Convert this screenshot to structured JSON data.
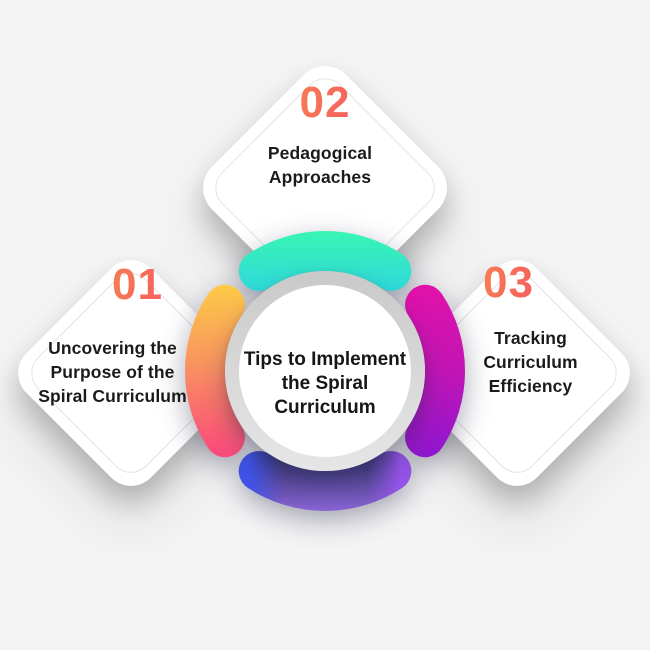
{
  "canvas": {
    "background": "#f4f4f5"
  },
  "center_circle": {
    "lines": [
      "Tips to Implement",
      "the Spiral",
      "Curriculum"
    ],
    "ring_from": "#c9c9c9",
    "ring_to": "#e6e6e6",
    "face": "#ffffff",
    "text_color": "#161616"
  },
  "cards": {
    "top": {
      "number": "02",
      "lines": [
        "Pedagogical",
        "Approaches"
      ]
    },
    "left": {
      "number": "01",
      "lines": [
        "Uncovering the",
        "Purpose of the",
        "Spiral Curriculum"
      ]
    },
    "right": {
      "number": "03",
      "lines": [
        "Tracking",
        "Curriculum",
        "Efficiency"
      ]
    }
  },
  "styles": {
    "card_fill": "#ffffff",
    "card_text_color": "#1b1b1b",
    "number_gradient_from": "#F8A843",
    "number_gradient_to": "#F4346F",
    "arc_top_from": "#38F6B2",
    "arc_top_to": "#2FD8DC",
    "arc_left_stop1": "#FFE23C",
    "arc_left_stop2": "#F9975E",
    "arc_left_stop3": "#FB2C86",
    "arc_right_stop1": "#EE0FA4",
    "arc_right_stop2": "#C215B5",
    "arc_right_stop3": "#7A16DB",
    "arc_bottom_inner": "#2B3068",
    "arc_bottom_outer": "#8C66D8",
    "arc_bottom_left_tint": "#3E54F0",
    "arc_bottom_right_tint": "#9B55F0"
  }
}
